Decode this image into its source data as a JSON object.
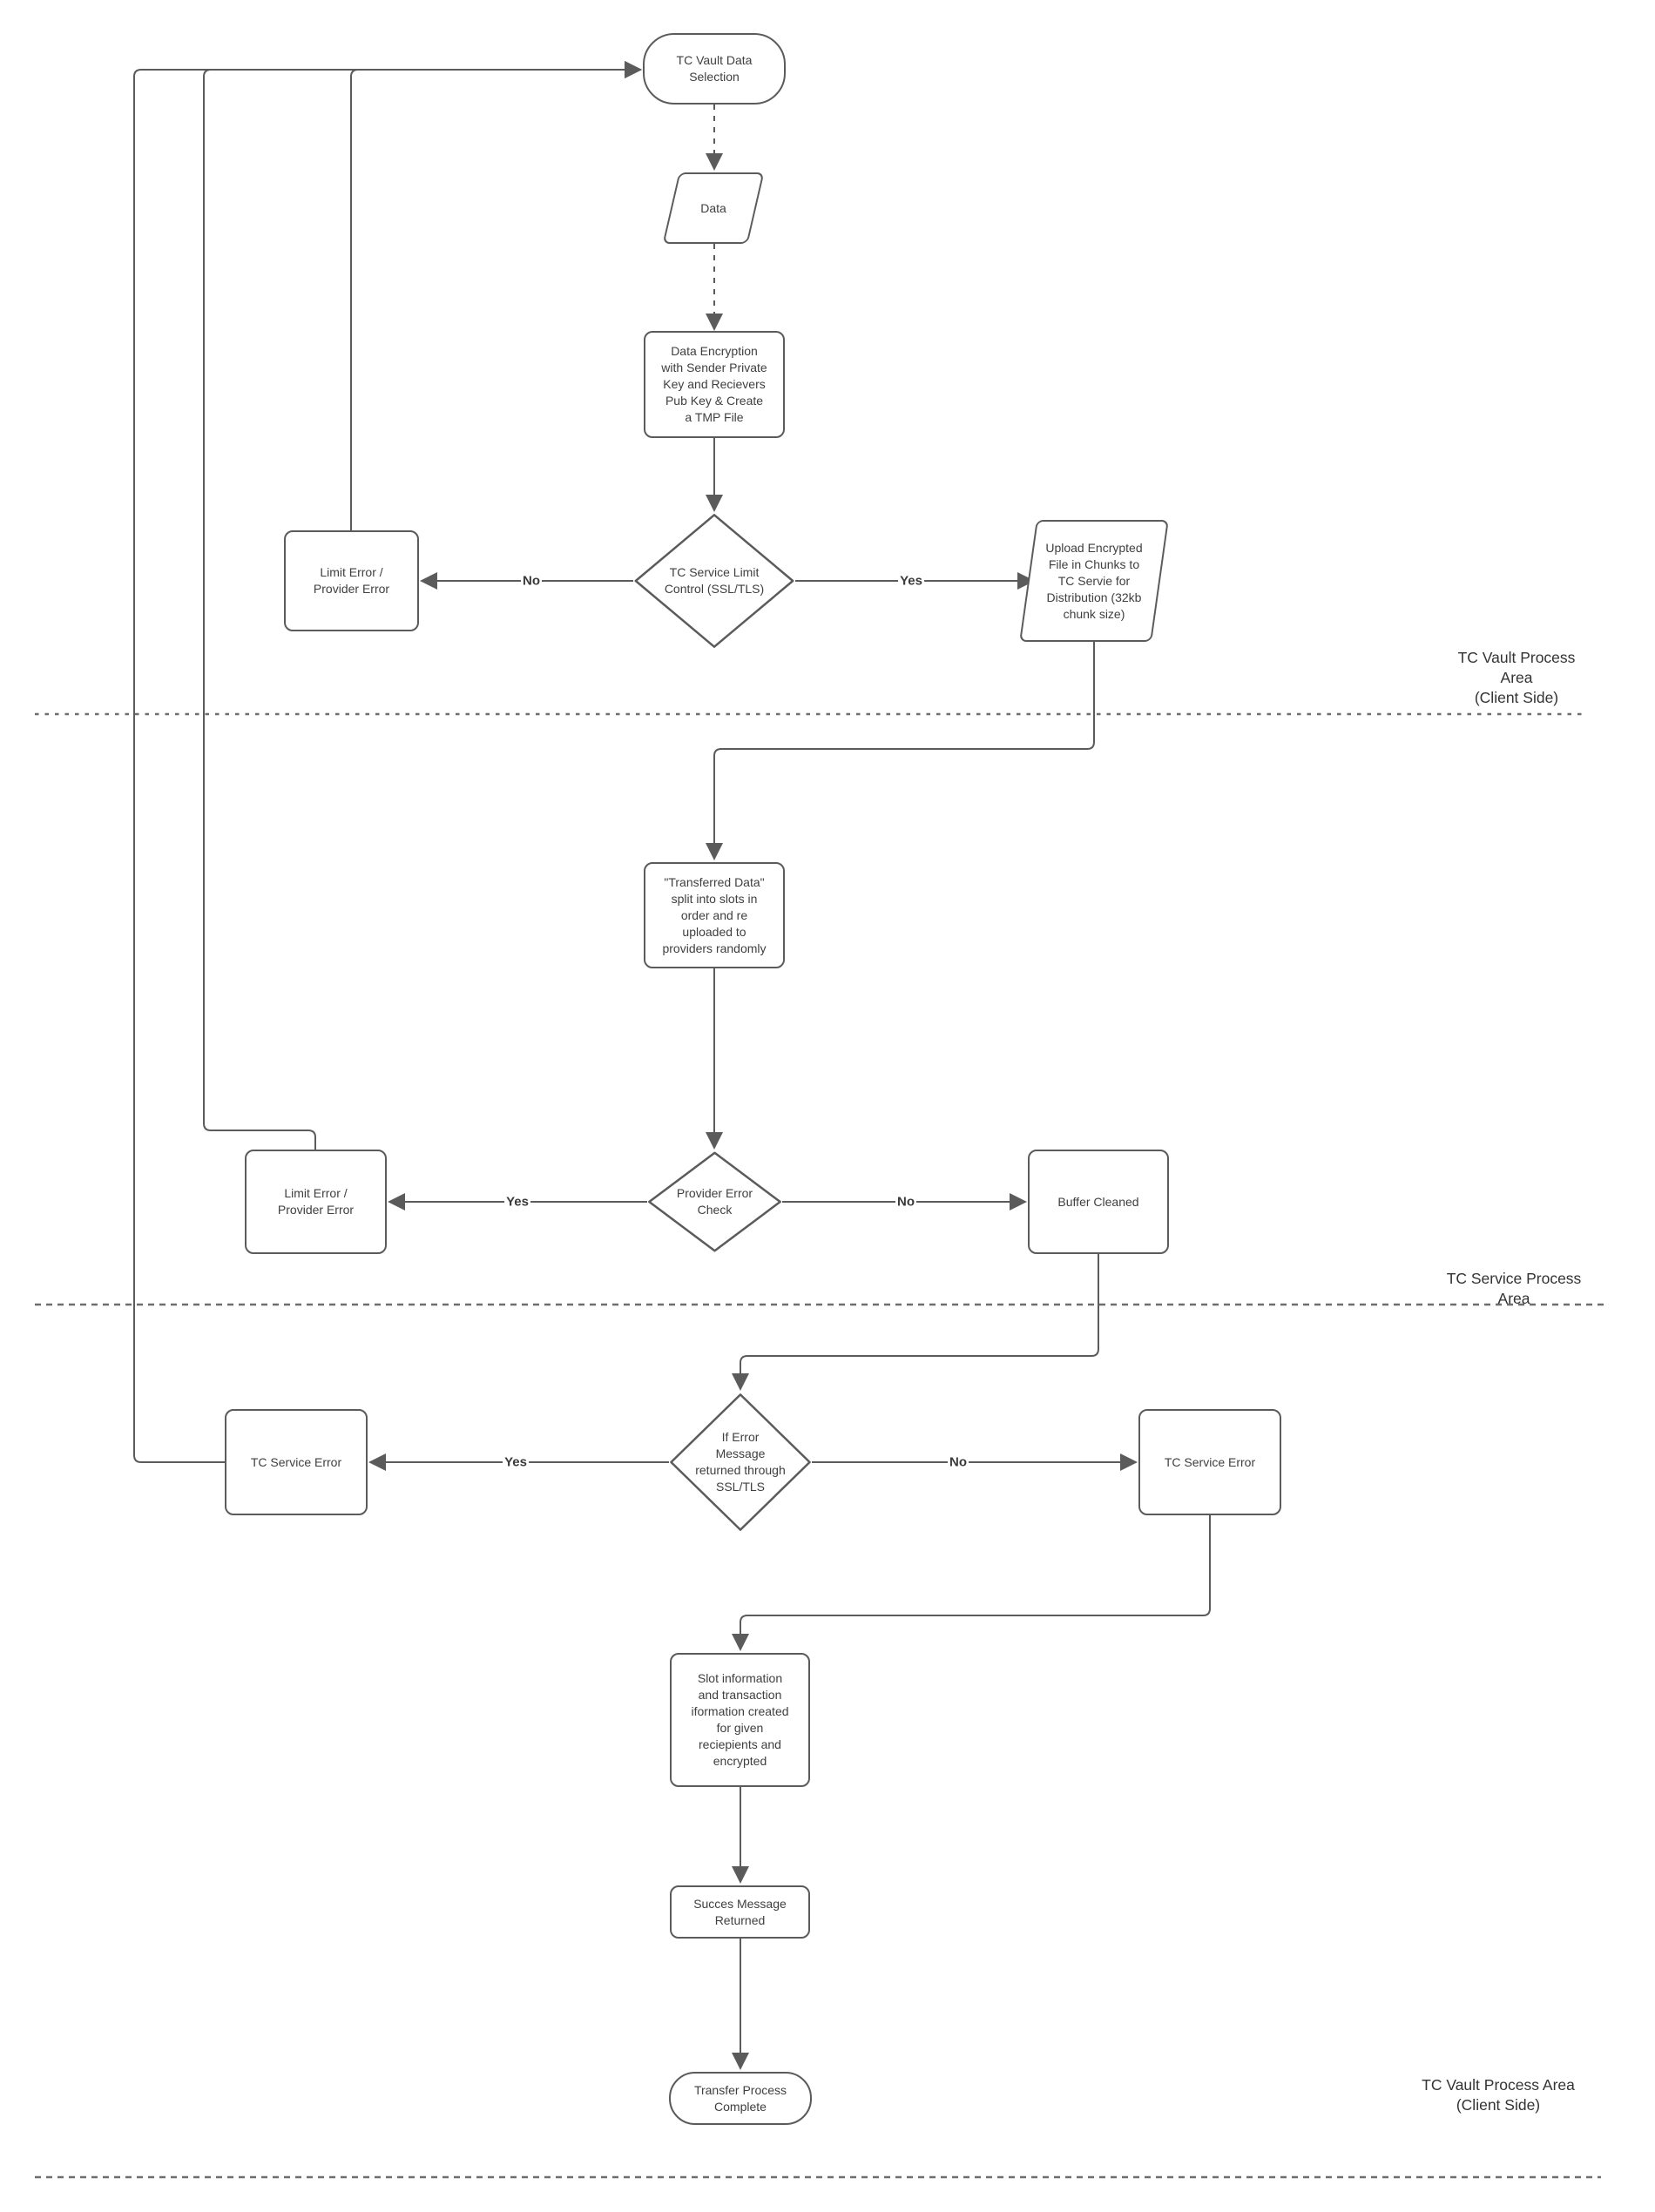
{
  "diagram": {
    "nodes": {
      "start": "TC Vault Data\nSelection",
      "data": "Data",
      "encryption": "Data Encryption\nwith Sender Private\nKey and Recievers\nPub Key & Create\na TMP File",
      "limit_control": "TC Service Limit\nControl (SSL/TLS)",
      "limit_error_top": "Limit Error /\nProvider Error",
      "upload": "Upload Encrypted\nFile in Chunks to\nTC Servie for\nDistribution (32kb\nchunk size)",
      "transferred": "\"Transferred Data\"\nsplit into slots in\norder and re\nuploaded to\nproviders randomly",
      "provider_check": "Provider Error\nCheck",
      "limit_error_mid": "Limit Error /\nProvider Error",
      "buffer_cleaned": "Buffer Cleaned",
      "if_error": "If Error\nMessage\nreturned through\nSSL/TLS",
      "tc_service_error_left": "TC Service Error",
      "tc_service_error_right": "TC Service Error",
      "slot_info": "Slot information\nand transaction\niformation created\nfor given\nreciepients and\nencrypted",
      "success": "Succes Message\nReturned",
      "complete": "Transfer Process\nComplete"
    },
    "edge_labels": {
      "limit_control_no": "No",
      "limit_control_yes": "Yes",
      "provider_check_yes": "Yes",
      "provider_check_no": "No",
      "if_error_yes": "Yes",
      "if_error_no": "No"
    },
    "area_labels": {
      "vault_top": "TC Vault Process Area\n(Client Side)",
      "service": "TC Service Process Area",
      "vault_bottom": "TC Vault Process Area\n(Client Side)"
    },
    "colors": {
      "stroke": "#5b5b5b",
      "text": "#3f3f3f",
      "divider": "#6e6e6e",
      "background": "#ffffff"
    }
  }
}
